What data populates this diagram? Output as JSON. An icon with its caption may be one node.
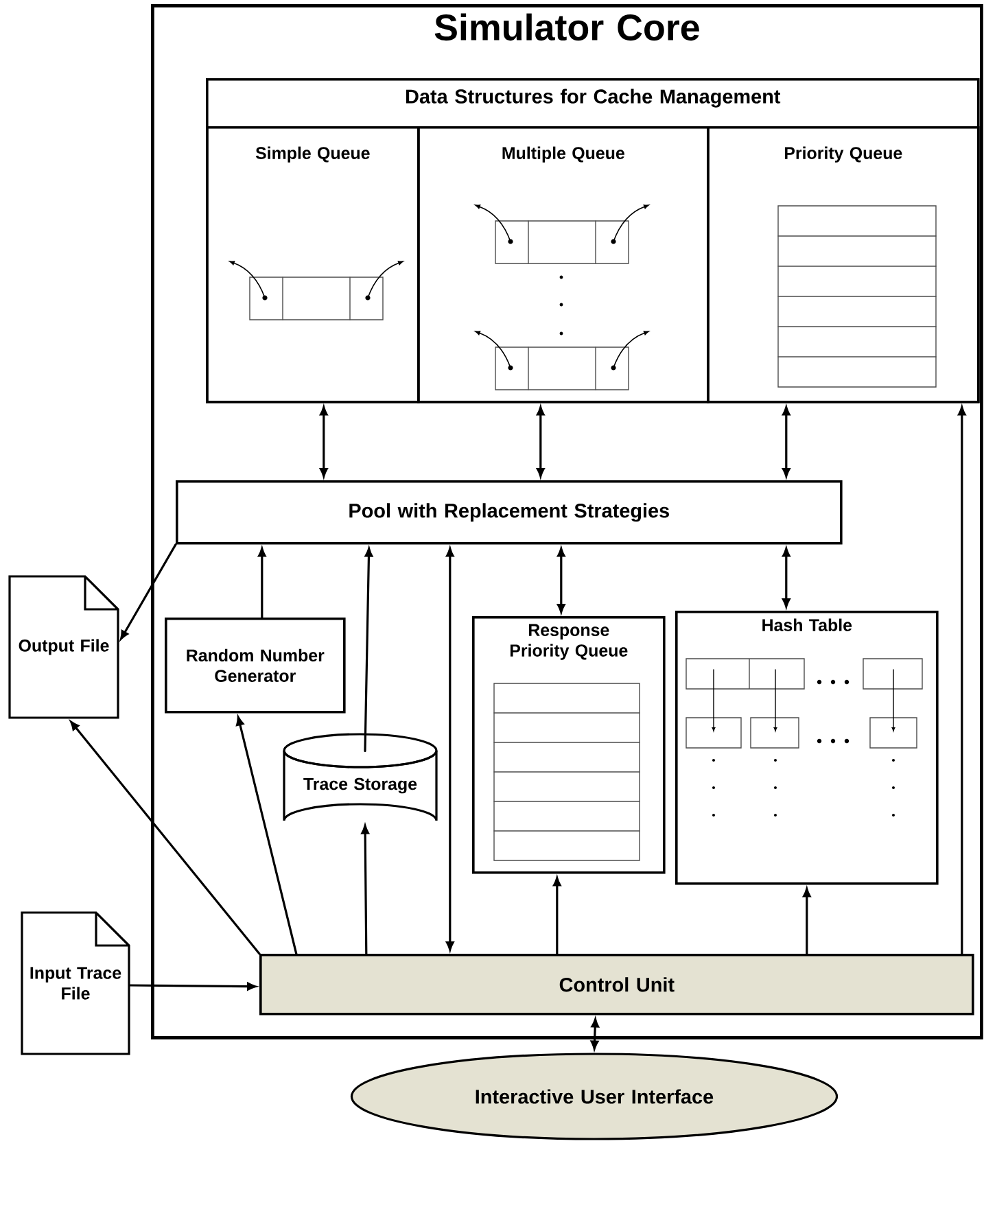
{
  "diagram": {
    "nodes": [
      {
        "text": [
          "Simulator Core"
        ]
      },
      {
        "text": [
          "Data Structures for Cache Management"
        ],
        "in": 0
      },
      {
        "text": [
          "Simple Queue"
        ],
        "in": 1
      },
      {
        "text": [
          "Multiple Queue"
        ],
        "in": 1
      },
      {
        "text": [
          "Priority Queue"
        ],
        "in": 1
      },
      {
        "text": [
          "Pool with Replacement Strategies"
        ],
        "in": 0
      },
      {
        "text": [
          "Output File"
        ]
      },
      {
        "text": [
          "Random Number Generator"
        ],
        "in": 0
      },
      {
        "text": [
          "Trace Storage"
        ],
        "in": 0
      },
      {
        "text": [
          "Response Priority Queue"
        ],
        "in": 0
      },
      {
        "text": [
          "Hash Table"
        ],
        "in": 0
      },
      {
        "text": [
          "Control Unit"
        ],
        "in": 0
      },
      {
        "text": [
          "Input Trace File"
        ]
      },
      {
        "text": [
          "Interactive User Interface"
        ]
      }
    ],
    "edges": [
      {
        "from": 5,
        "to": 2,
        "arrow": "both"
      },
      {
        "from": 5,
        "to": 3,
        "arrow": "both"
      },
      {
        "from": 5,
        "to": 4,
        "arrow": "both"
      },
      {
        "from": 11,
        "to": 4,
        "arrow": "to"
      },
      {
        "from": 5,
        "to": 6,
        "arrow": "to"
      },
      {
        "from": 7,
        "to": 5,
        "arrow": "to"
      },
      {
        "from": 8,
        "to": 5,
        "arrow": "to"
      },
      {
        "from": 11,
        "to": 5,
        "arrow": "both"
      },
      {
        "from": 5,
        "to": 9,
        "arrow": "both"
      },
      {
        "from": 5,
        "to": 10,
        "arrow": "both"
      },
      {
        "from": 11,
        "to": 6,
        "arrow": "to"
      },
      {
        "from": 11,
        "to": 7,
        "arrow": "to"
      },
      {
        "from": 11,
        "to": 8,
        "arrow": "to"
      },
      {
        "from": 11,
        "to": 9,
        "arrow": "to"
      },
      {
        "from": 11,
        "to": 10,
        "arrow": "to"
      },
      {
        "from": 12,
        "to": 11,
        "arrow": "to"
      },
      {
        "from": 13,
        "to": 11,
        "arrow": "both"
      }
    ]
  }
}
